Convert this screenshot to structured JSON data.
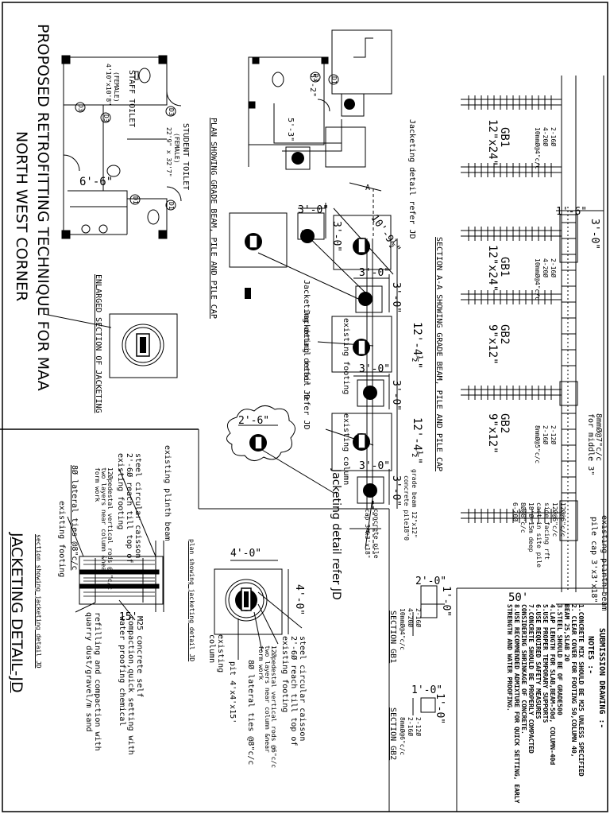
{
  "titles": {
    "main_line1": "PROPOSED RETROFITTING TECHNIQUE FOR MAA",
    "main_line2": "NORTH WEST CORNER",
    "jacketing": "JACKETING DETAIL-JD",
    "plan": "PLAN SHOWING GRADE BEAM, PILE AND PILE CAP",
    "enlarged": "ENLARGED SECTION OF JACKETING",
    "section_aa": "SECTION A-A SHOWING GRADE BEAM, PILE AND PILE CAP",
    "plan_jd": "plan showing jacketing detail JD",
    "section_jd": "section showing jacketing detail JD",
    "section_gb1": "SECTION GB1",
    "section_gb2": "SECTION GB2"
  },
  "rooms": {
    "staff_toilet": "STAFF TOILET",
    "staff_female": "(FEMALE)",
    "staff_size": "4'10\"x10'8\"",
    "student_toilet": "STUDENT TOILET",
    "student_female": "(FEMALE)",
    "student_size": "22'9\" x 32'7\""
  },
  "plan_dims": {
    "d_6_6": "6'-6\"",
    "d_5_3": "5'-3\"",
    "d_5_2": "5'-2\"",
    "d_3_0_a": "3'-0\"",
    "d_3_0_b": "3'-0\"",
    "d_3_0_c": "3'-0\"",
    "d_3_0_d": "3'-0\"",
    "d_3_0_e": "3'-0\"",
    "d_3_0_f": "3'-0\"",
    "d_3_0_g": "3'-0\"",
    "d_3_0_h": "3'-0\"",
    "d_10_9": "10'-9½\"",
    "d_12_4_a": "12'-4½\"",
    "d_12_4_b": "12'-4½\"",
    "d_2_6": "2'-6\"",
    "d_4_0_a": "4'-0\"",
    "d_4_0_b": "4'-0\""
  },
  "plan_labels": {
    "jacketing_ref_1": "Jacketing detail refer JD",
    "jacketing_ref_2": "Jacketing detail refer JD",
    "jacketing_ref_3": "Jacketing detail refer JD",
    "existing_footing_1": "existing footing",
    "existing_column": "existing column",
    "grade_beam": "grade beam 12\"x12\"",
    "concrete_pile_1": "concrete pile18\"0",
    "concrete_pile_2": "concrete pile",
    "pile_cap": "cap 3'x3'x18\"",
    "jacketing_big": "Jacketing detail refer JD",
    "section_a1": "A",
    "section_a2": "A"
  },
  "door_tags": [
    "D3",
    "D3",
    "D3",
    "D1",
    "D1",
    "D3",
    "D1"
  ],
  "section_aa": {
    "gb1_a": "GB1",
    "gb1_a_size": "12\"x24\"",
    "gb1_a_bars1": "2-16Ø",
    "gb1_a_bars2": "4-20Ø",
    "gb1_a_ties": "10mmØ@4\"c/c",
    "gb1_b": "GB1",
    "gb1_b_size": "12\"x24\"",
    "gb1_b_bars1": "2-16Ø",
    "gb1_b_bars2": "4-20Ø",
    "gb1_b_ties": "10mmØ@4\"c/c",
    "gb2_a": "GB2",
    "gb2_a_size": "9\"x12\"",
    "gb2_b": "GB2",
    "gb2_b_size": "9\"x12\"",
    "gb2_b_bars1": "2-12Ø",
    "gb2_b_bars2": "2-16Ø",
    "gb2_b_ties": "8mmØ@5\"c/c",
    "d_1_6": "1'-6\"",
    "d_3_0": "3'-0\"",
    "d_50": "50'",
    "mid_ties": "8mmØ@7\"c/c",
    "mid_ties2": "for middle 3\"",
    "plinth_beam": "existing plinth beam",
    "pile_cap": "pile cap 3'x3'x18\"",
    "pile_bars1": "12Ø@6\"c/c",
    "pile_bars2": "12Ø@6\"c/c",
    "side_facing": "side facing rft",
    "cast_in_site": "cast in site pile",
    "pile_dia": "18\"Ø-15m deep",
    "pile_ties": "8Ø@8\"c/c",
    "pile_main": "6-20Ø"
  },
  "gb_sections": {
    "gb1_w": "2'-0\"",
    "gb1_h": "1'-0\"",
    "gb1_bars1": "2-16Ø",
    "gb1_bars2": "4-20Ø",
    "gb1_ties": "10mmØ@4\"c/c",
    "gb2_w": "1'-0\"",
    "gb2_h": "1'-0\"",
    "gb2_bars1": "2-12Ø",
    "gb2_bars2": "2-16Ø",
    "gb2_ties": "8mmØ@6\"c/c"
  },
  "jd_plan": {
    "caisson1": "steel circular caisson",
    "caisson2": "2'-6Ø reach till top of",
    "caisson3": "existing footing",
    "pedestal1": "12Øpedestal vertical rods @6\"c/c",
    "pedestal2": "two layers near column &near",
    "pedestal3": "form work",
    "ties": "8Ø lateral ties @8\"c/c",
    "pit": "pit 4'x4'x15'",
    "existing_column1": "existing",
    "existing_column2": "column"
  },
  "jd_section": {
    "plinth": "existing plinth beam",
    "caisson1": "steel circular caisson",
    "caisson2": "2'-6Ø reach till top of",
    "caisson3": "existing footing",
    "pedestal1": "12Øpedestal vertical rods @6\"c/c",
    "pedestal2": "two layers near column &near",
    "pedestal3": "form work",
    "ties": "8Ø lateral ties @8\"c/c",
    "footing": "existing footing",
    "depth": "15'",
    "concrete1": "M25 concrete self",
    "concrete2": "compaction,quick setting with",
    "concrete3": "water proofing chemical",
    "refill1": "refilling and compaction with",
    "refill2": "quarry dust/gravel/m sand"
  },
  "notes": {
    "heading": "SUBMISSION DRAWING :-",
    "title": "NOTES :-",
    "lines": [
      "1.CONCRETE MIX SHOULD BE M25 UNLESS SPECIFIED",
      "2. CLEAR COVER FOR FOOTING 50,COLUMN 40,",
      "   BEAM 25,SLAB 20",
      "3.STEEL SHOULD BE OF GRADE500",
      "4.LAP LENGTH FOR SLAB,BEAM-50d, COLUMN-40d",
      "5.USE PROPER TEMPORARY SUPPORTS",
      "6.USE REQUIRED SAFETY MEASURES",
      "7.CONCRETE SHOULD BE PROPERLY COMPACTED",
      "  CONSIDERING SHRINKAGE OF CONCRETE.",
      "8.USE RECOMMENDED ADMIXTURE FOR QUICK SETTING, EARLY",
      "  STRENGTH AND WATER PROOFING."
    ]
  }
}
